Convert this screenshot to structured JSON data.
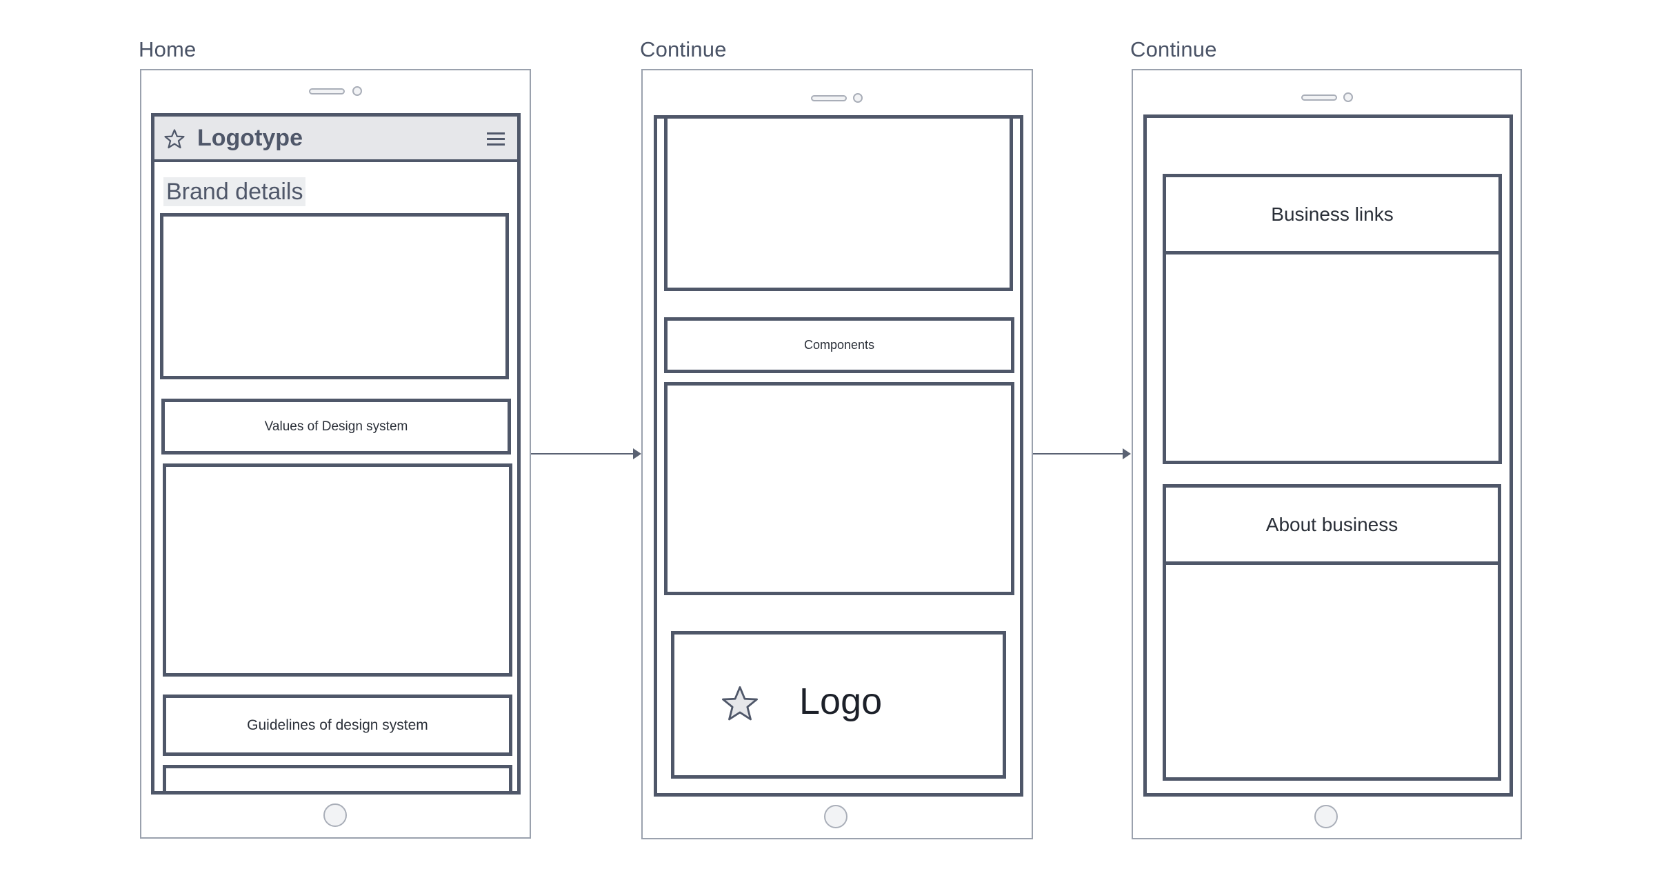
{
  "screens": [
    {
      "label": "Home",
      "header": {
        "logo_text": "Logotype",
        "logo_icon": "star-icon",
        "menu_icon": "hamburger-menu-icon"
      },
      "page_title": "Brand details",
      "sections": [
        "Values of Design system",
        "Guidelines of design system"
      ]
    },
    {
      "label": "Continue",
      "sections": [
        "Components"
      ],
      "logo_block": {
        "text": "Logo",
        "icon": "star-icon"
      }
    },
    {
      "label": "Continue",
      "sections": [
        "Business links",
        "About business"
      ]
    }
  ],
  "connectors": [
    {
      "from": "Home",
      "to": "Continue",
      "type": "arrow"
    },
    {
      "from": "Continue",
      "to": "Continue",
      "type": "arrow"
    }
  ],
  "colors": {
    "stroke_dark": "#4f5769",
    "stroke_light": "#9aa1ad",
    "header_fill": "#e6e7ea",
    "text": "#4a5366"
  }
}
